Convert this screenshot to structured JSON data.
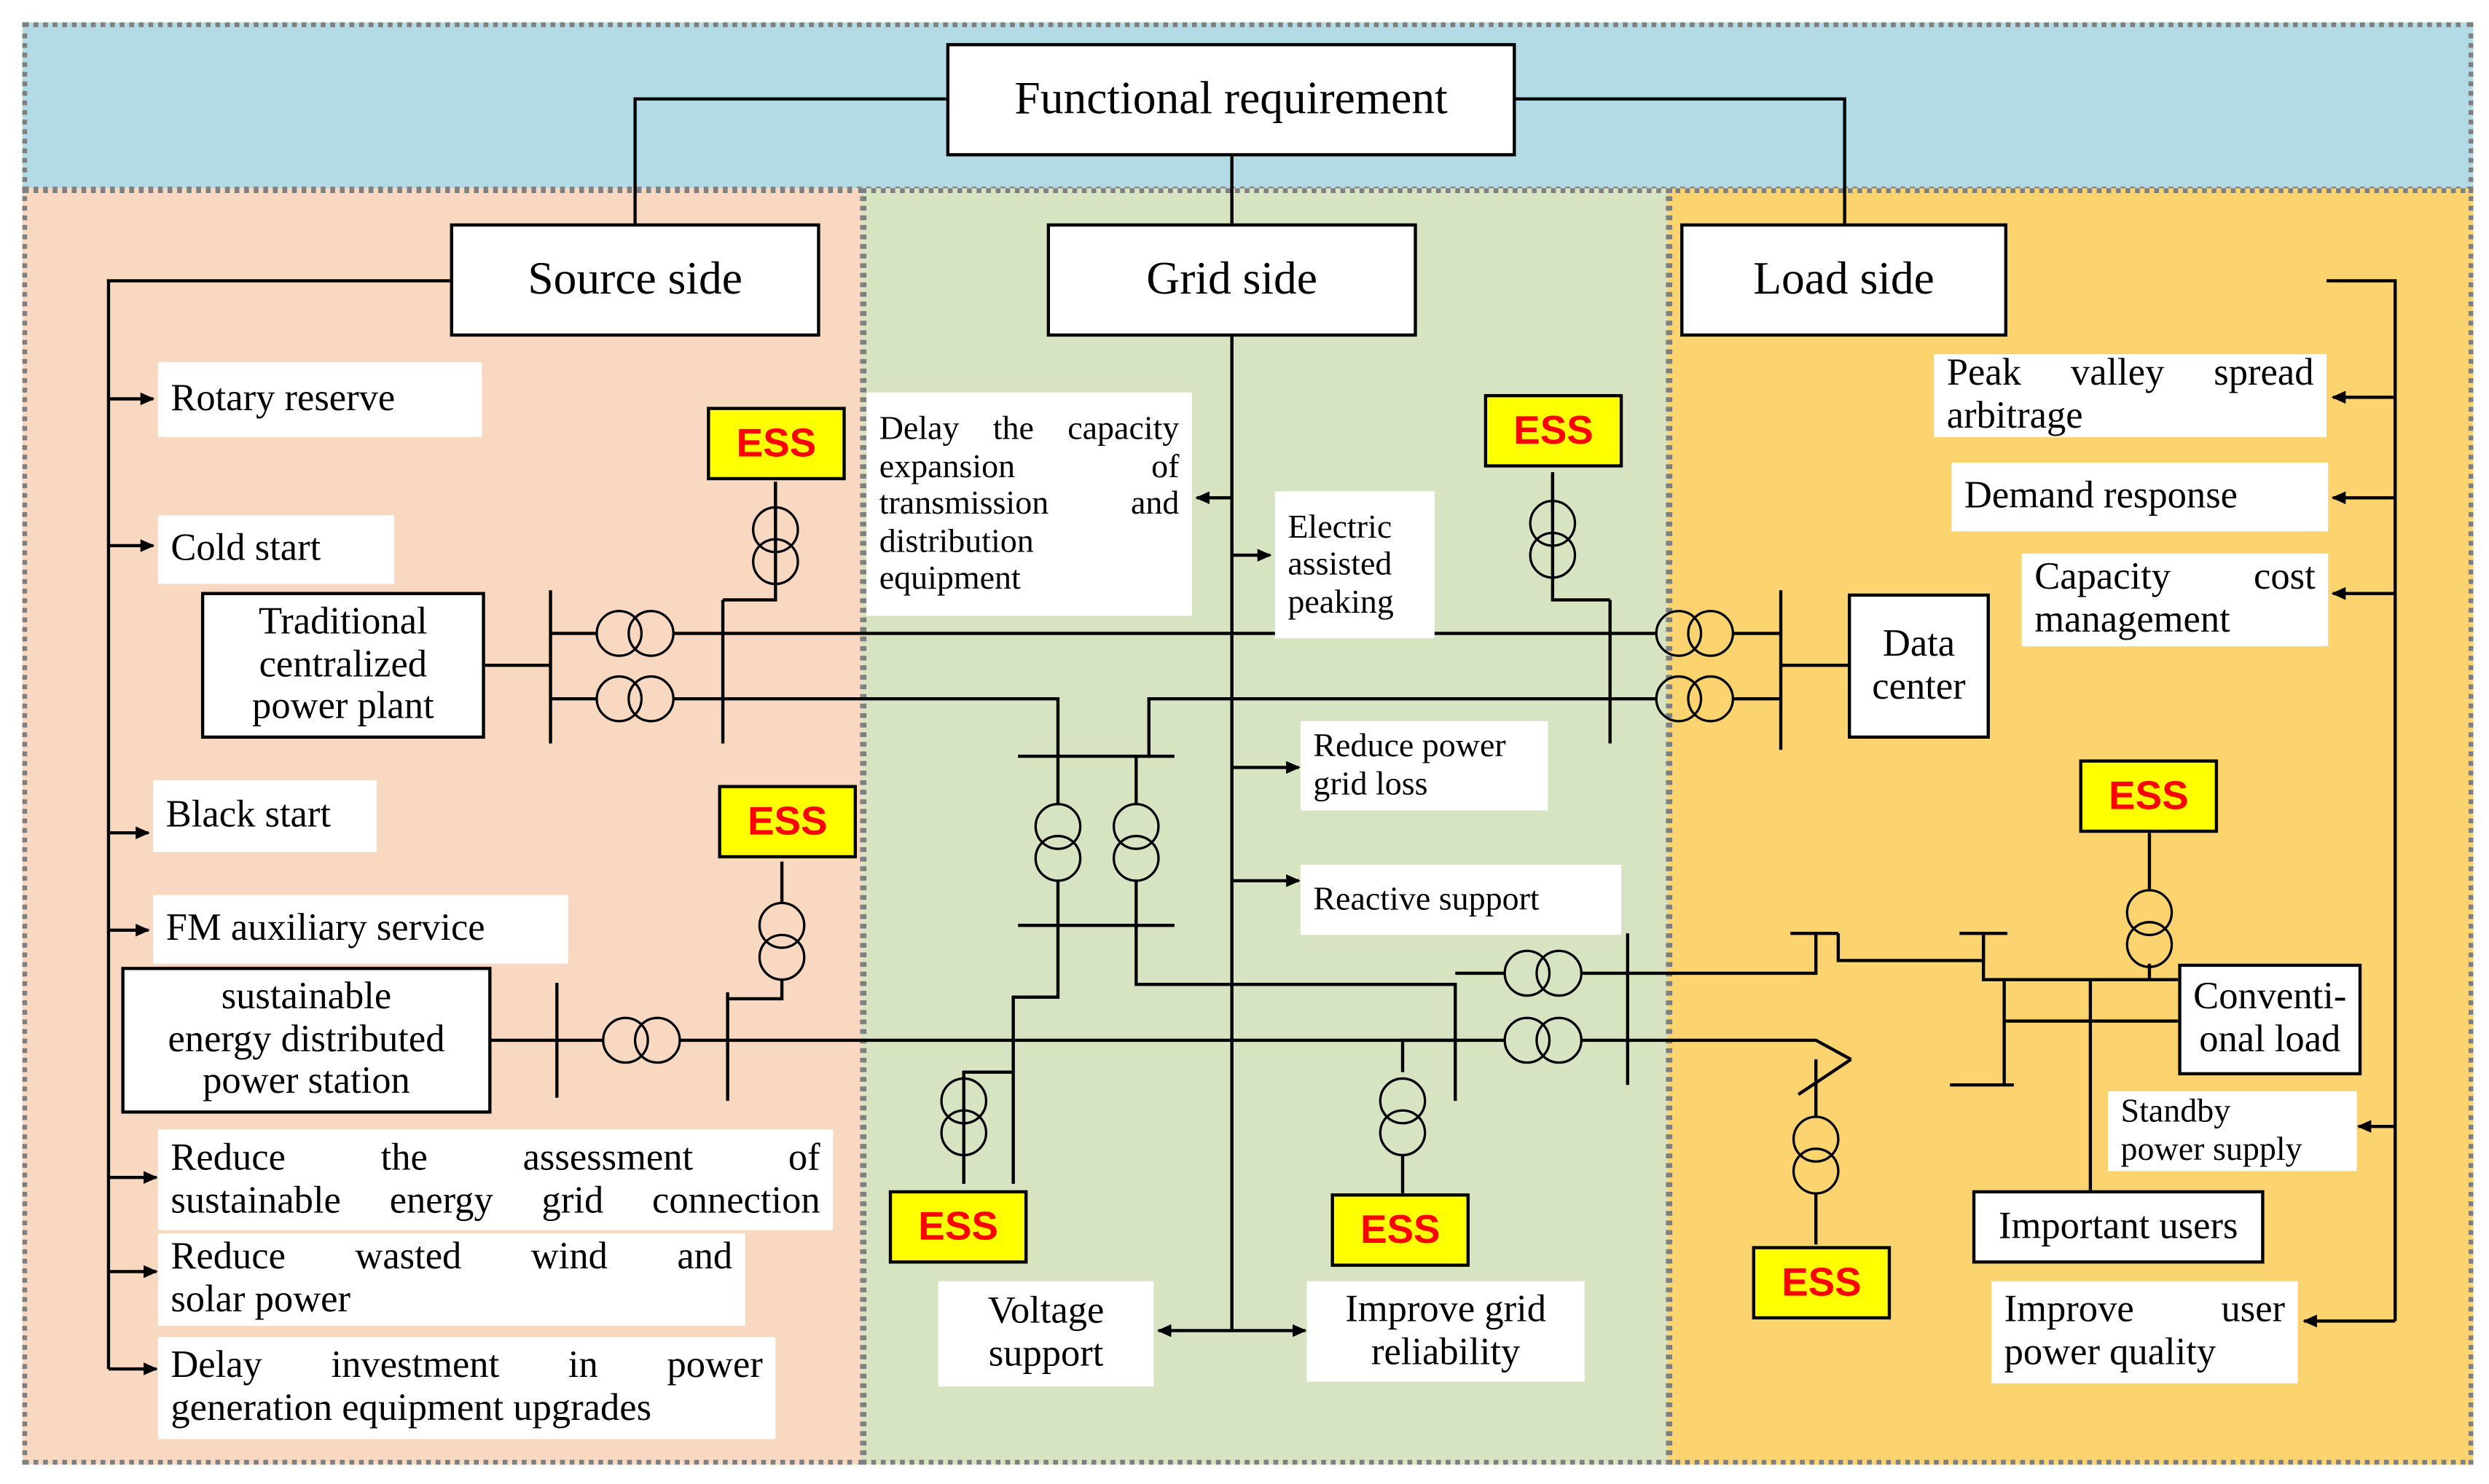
{
  "title": "Functional requirement",
  "sections": {
    "source": "Source side",
    "grid": "Grid side",
    "load": "Load side"
  },
  "source_items": {
    "rotary_reserve": "Rotary reserve",
    "cold_start": "Cold start",
    "black_start": "Black start",
    "fm_service": "FM auxiliary service",
    "reduce_assessment": [
      "Reduce the assessment of",
      "sustainable energy grid connection"
    ],
    "reduce_wasted": [
      "Reduce wasted wind and",
      "solar power"
    ],
    "delay_investment": [
      "Delay investment in power",
      "generation equipment upgrades"
    ]
  },
  "source_nodes": {
    "traditional_plant": [
      "Traditional",
      "centralized",
      "power plant"
    ],
    "sustainable_station": [
      "sustainable",
      "energy distributed",
      "power station"
    ]
  },
  "grid_items": {
    "delay_capacity": [
      "Delay the capacity",
      "expansion of",
      "transmission and",
      "distribution",
      "equipment"
    ],
    "electric_peaking": [
      "Electric",
      "assisted",
      "peaking"
    ],
    "reduce_loss": [
      "Reduce power",
      "grid loss"
    ],
    "reactive_support": "Reactive support",
    "voltage_support": [
      "Voltage",
      "support"
    ],
    "improve_reliability": [
      "Improve grid",
      "reliability"
    ]
  },
  "load_items": {
    "peak_valley": [
      "Peak valley spread",
      "arbitrage"
    ],
    "demand_response": "Demand response",
    "capacity_cost": [
      "Capacity cost",
      "management"
    ],
    "standby_power": [
      "Standby",
      "power supply"
    ],
    "important_users": "Important users",
    "improve_quality": [
      "Improve user",
      "power quality"
    ]
  },
  "load_nodes": {
    "data_center": [
      "Data",
      "center"
    ],
    "conventional_load": [
      "Conventi-",
      "onal load"
    ]
  },
  "ess_label": "ESS",
  "colors": {
    "top_band": "#b3dbe6",
    "source_zone": "#f9d8c1",
    "grid_zone": "#d7e4c2",
    "load_zone": "#fbd46f",
    "ess_fill": "#ffff00",
    "ess_text": "#ff0000"
  }
}
